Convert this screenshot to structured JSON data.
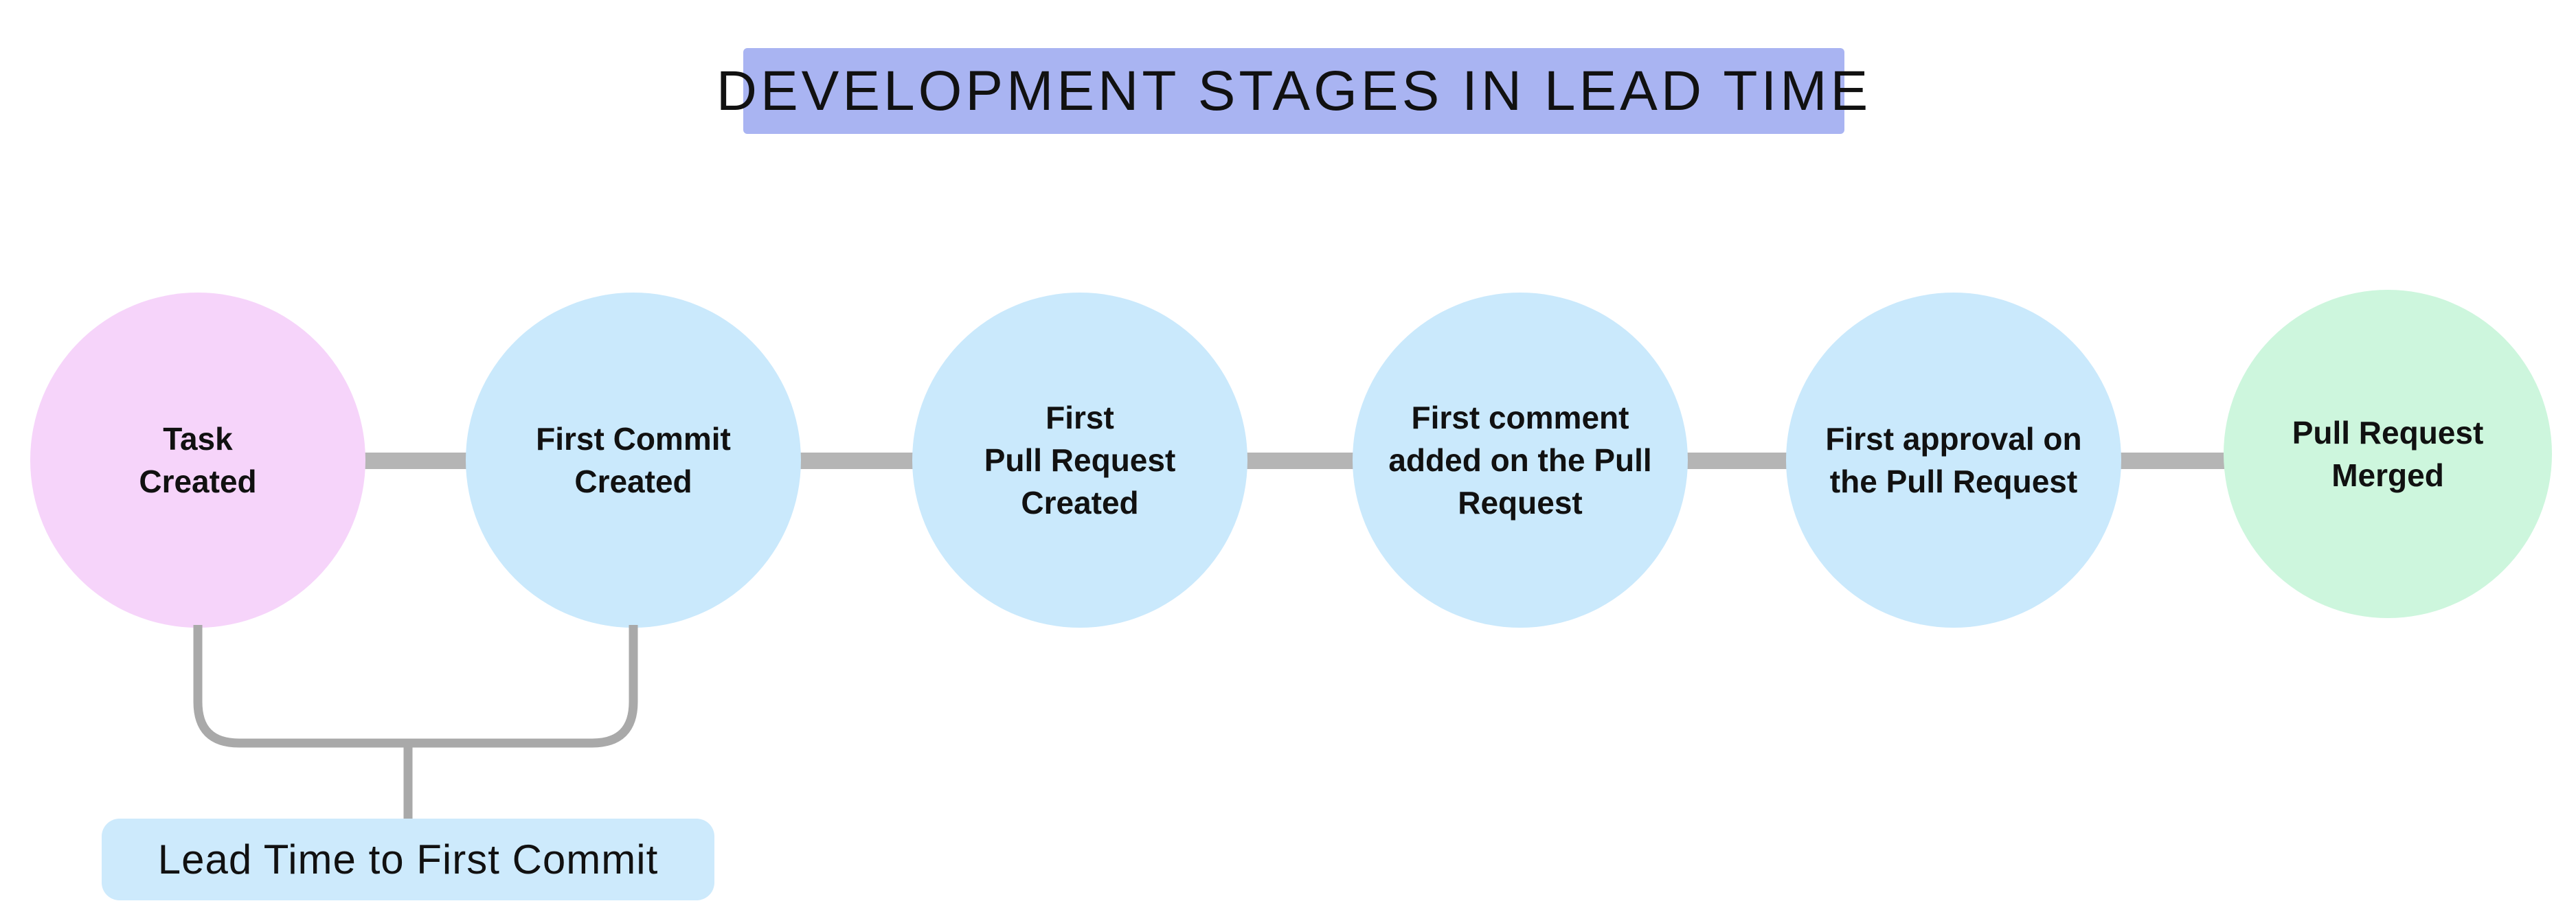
{
  "title": {
    "text": "DEVELOPMENT STAGES IN LEAD TIME"
  },
  "stages": [
    {
      "name": "task-created",
      "role": "start",
      "lines": [
        "Task",
        "Created"
      ]
    },
    {
      "name": "first-commit-created",
      "role": "middle",
      "lines": [
        "First Commit",
        "Created"
      ]
    },
    {
      "name": "first-pull-request-created",
      "role": "middle",
      "lines": [
        "First",
        "Pull Request",
        "Created"
      ]
    },
    {
      "name": "first-comment-added",
      "role": "middle",
      "lines": [
        "First comment",
        "added on the Pull",
        "Request"
      ]
    },
    {
      "name": "first-approval",
      "role": "middle",
      "lines": [
        "First approval on",
        "the Pull Request"
      ]
    },
    {
      "name": "pull-request-merged",
      "role": "end",
      "lines": [
        "Pull Request",
        "Merged"
      ]
    }
  ],
  "annotation": {
    "text": "Lead Time to First Commit"
  },
  "colors": {
    "title_bg": "#a9b4f2",
    "stage_start_fill": "#f6d4fa",
    "stage_middle_fill": "#cae9fc",
    "stage_end_fill": "#cdf6dd",
    "annotation_bg": "#cdeafc",
    "connector_gray": "#b5b5b5",
    "bracket_gray": "#a9a9a9",
    "text": "#111111"
  }
}
